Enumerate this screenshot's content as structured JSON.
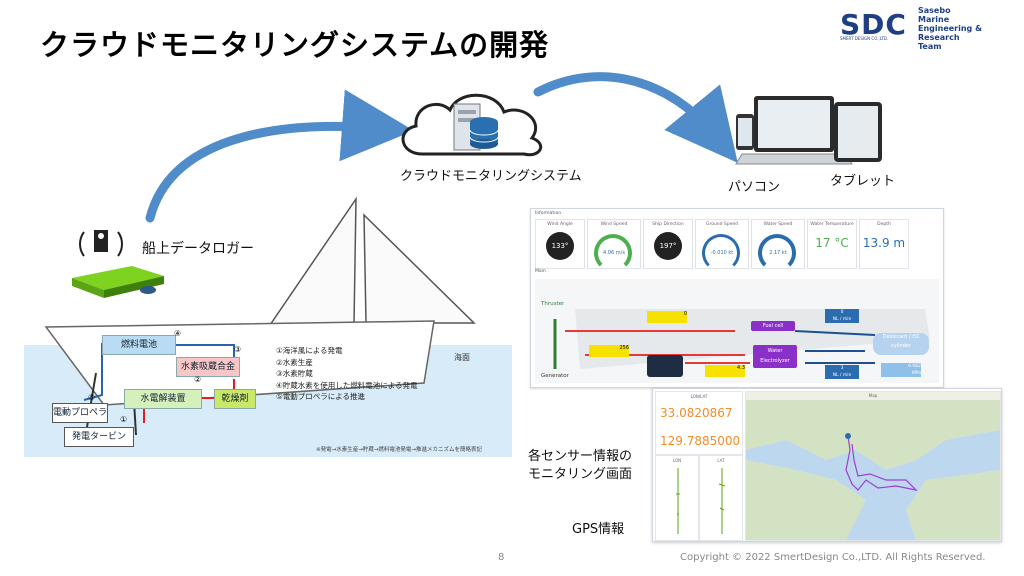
{
  "slide": {
    "title": "クラウドモニタリングシステムの開発",
    "page_number": "8",
    "copyright": "Copyright © 2022 SmertDesign Co.,LTD. All Rights Reserved."
  },
  "logo": {
    "mark": "SDC",
    "company": "SMERT DESIGN CO.,LTD.",
    "team_lines": [
      "Sasebo",
      "Marine",
      "Engineering & Research",
      "Team"
    ]
  },
  "labels": {
    "cloud": "クラウドモニタリングシステム",
    "pc": "パソコン",
    "tablet": "タブレット",
    "logger": "船上データロガー",
    "monitor_line1": "各センサー情報の",
    "monitor_line2": "モニタリング画面",
    "gps": "GPS情報"
  },
  "diagram": {
    "sea_label": "海面",
    "fuel_cell": "燃料電池",
    "hydrogen_alloy": "水素吸蔵合金",
    "electrolyzer": "水電解装置",
    "dryer": "乾燥剤",
    "propeller": "電動プロペラ",
    "turbine": "発電タービン",
    "steps": [
      "①海洋風による発電",
      "②水素生産",
      "③水素貯蔵",
      "④貯蔵水素を使用した燃料電池による発電",
      "⑤電動プロペラによる推進"
    ],
    "markers": [
      "①",
      "②",
      "③",
      "④",
      "⑤"
    ],
    "note": "※発電→水素生産→貯蔵→燃料電池発電→推進メカニズムを簡略表記"
  },
  "dashboard": {
    "section_info": "Information",
    "section_main": "Main",
    "cards": [
      {
        "title": "Wind Angle",
        "value": "133°"
      },
      {
        "title": "Wind Speed",
        "value": "4.06 m/s"
      },
      {
        "title": "Ship Direction",
        "value": "197°"
      },
      {
        "title": "Ground Speed",
        "value": "-0.010 kt"
      },
      {
        "title": "Water Speed",
        "value": "2.17 kt"
      },
      {
        "title": "Water Temperature",
        "value": "17 °C"
      },
      {
        "title": "Depth",
        "value": "13.9 m"
      }
    ],
    "flow": {
      "thruster": "Thruster",
      "generator": "Generator",
      "fuel_cell": "Fuel cell",
      "electrolyzer": "Water Electrolyzer",
      "cylinder": "Desiccant / H2 cylinder",
      "val_a": "0",
      "val_b": "256",
      "val_c": "4.3",
      "val_d": "0",
      "val_e": "3",
      "val_f": "0.062",
      "unit_nl": "NL / min",
      "unit_mpa": "MPa"
    }
  },
  "gps_panel": {
    "latlon_title": "LON/LAT",
    "lat": "33.0820867",
    "lon": "129.7885000",
    "lon_chart": "LON",
    "lat_chart": "LAT",
    "map_title": "Map"
  },
  "colors": {
    "arrow": "#4f8cc9",
    "dash_orange": "#f28c28",
    "dash_yellow": "#f6e100",
    "dash_purple": "#8b2fc9",
    "dash_blue": "#2b6cb0",
    "dash_green": "#4caf50"
  }
}
